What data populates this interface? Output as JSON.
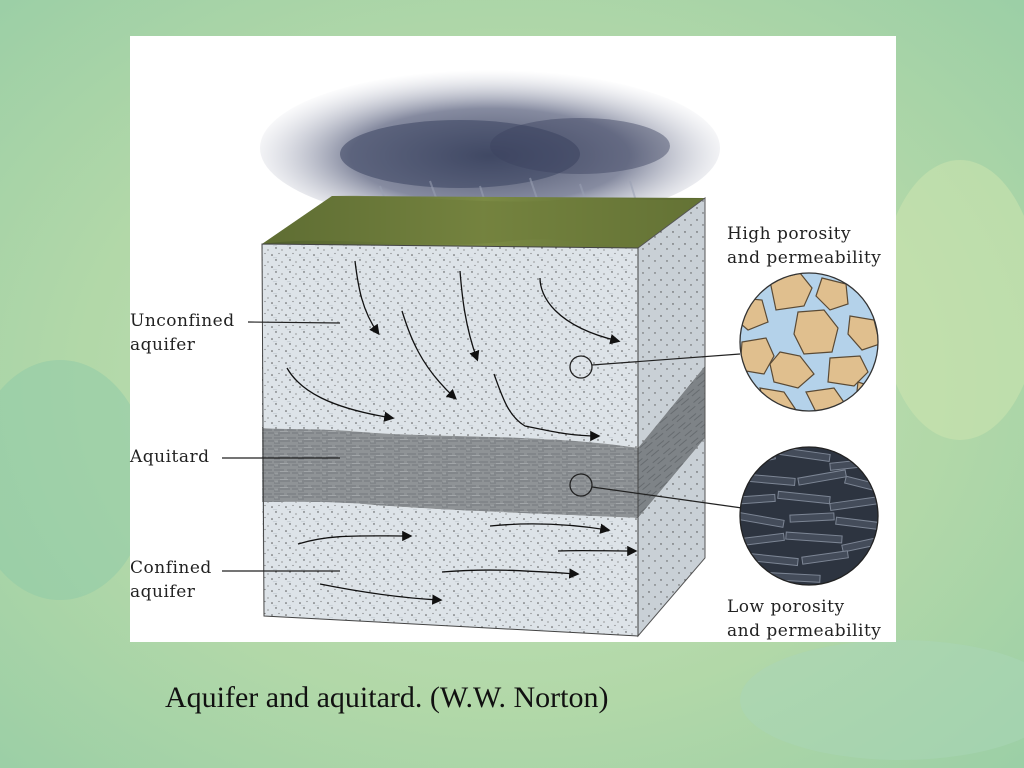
{
  "diagram": {
    "labels": {
      "unconfined": "Unconfined\naquifer",
      "aquitard": "Aquitard",
      "confined": "Confined\naquifer",
      "high": "High porosity\nand permeability",
      "low": "Low porosity\nand permeability"
    }
  },
  "caption": "Aquifer and aquitard. (W.W. Norton)",
  "colors": {
    "background": "#b9dcae",
    "sand": "#dfe5ea",
    "aquitard": "#8f9396",
    "grass": "#6e7b3a",
    "grain": "#e0bf8e",
    "pore_water": "#b4d2ea",
    "clay": "#3a4250"
  }
}
